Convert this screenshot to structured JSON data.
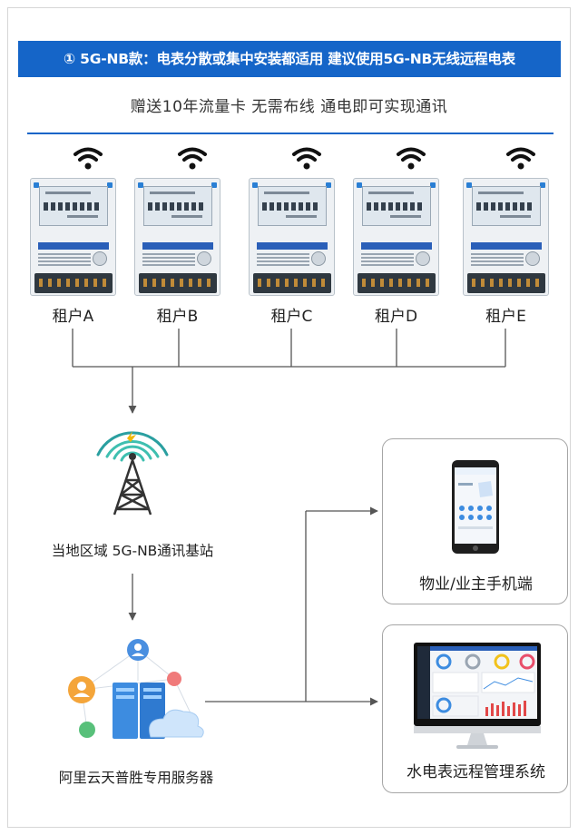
{
  "header": {
    "banner": "① 5G-NB款：电表分散或集中安装都适用 建议使用5G-NB无线远程电表",
    "subtitle": "赠送10年流量卡 无需布线 通电即可实现通讯"
  },
  "meters": [
    {
      "label": "租户A"
    },
    {
      "label": "租户B"
    },
    {
      "label": "租户C"
    },
    {
      "label": "租户D"
    },
    {
      "label": "租户E"
    }
  ],
  "nodes": {
    "tower": "当地区域 5G-NB通讯基站",
    "server": "阿里云天普胜专用服务器",
    "mobile": "物业/业主手机端",
    "system": "水电表远程管理系统"
  },
  "colors": {
    "accent": "#1565c8",
    "line": "#555555",
    "frame": "#d6d6d6"
  }
}
